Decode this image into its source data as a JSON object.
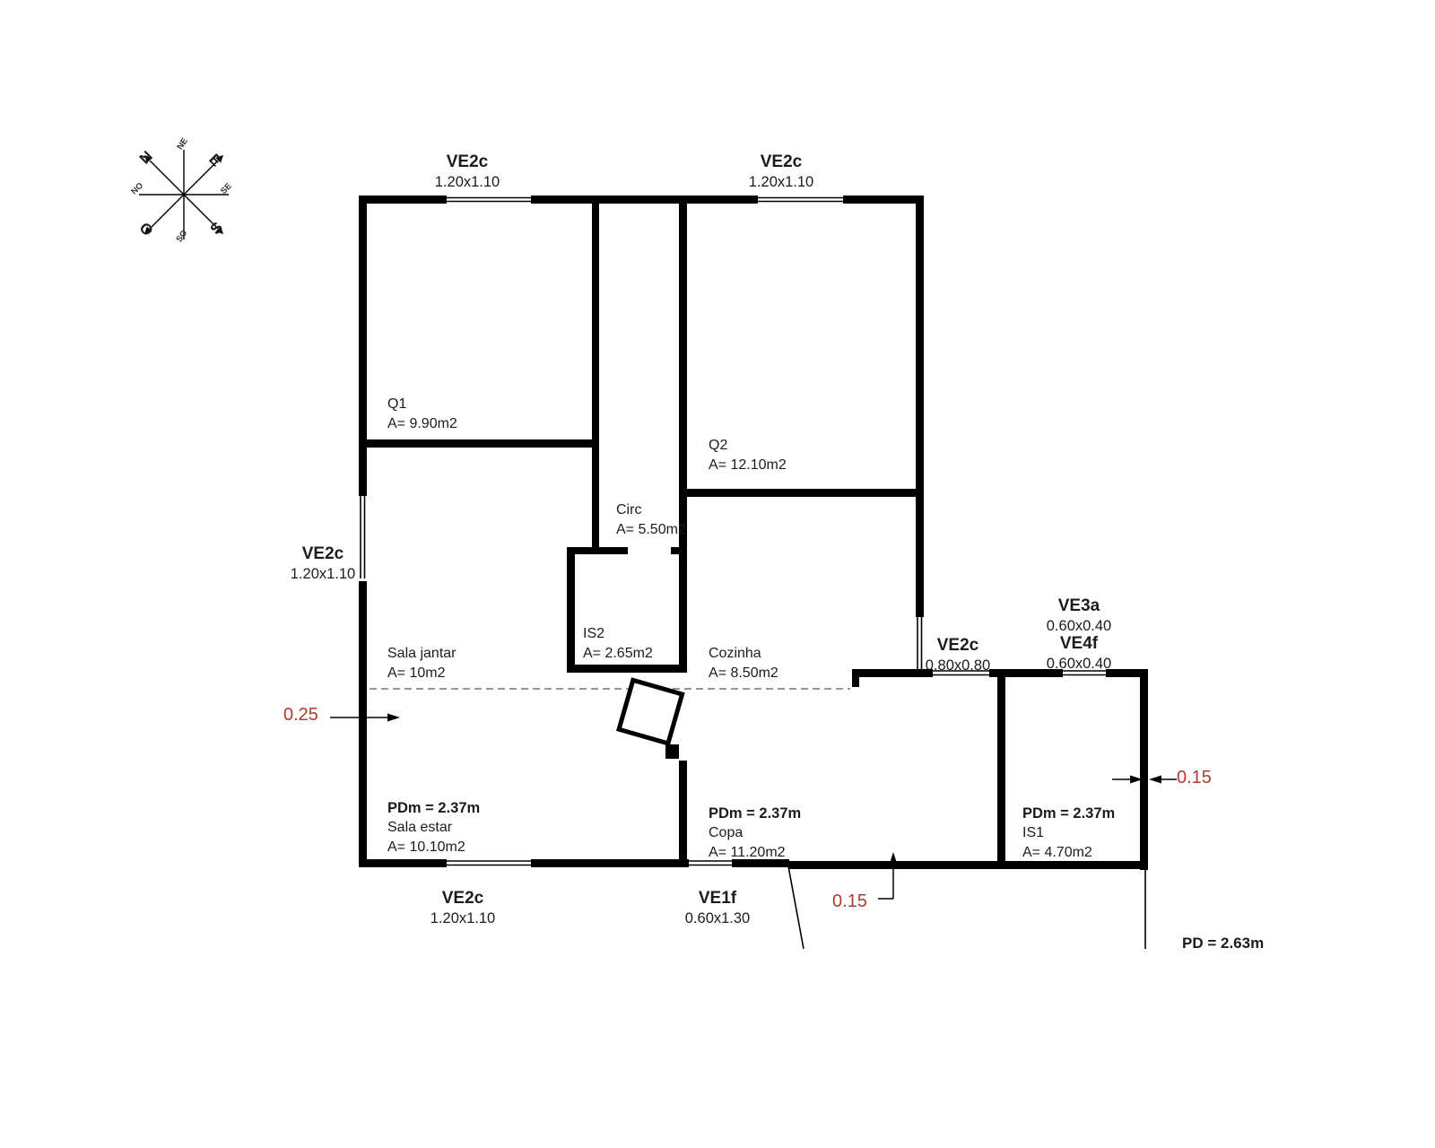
{
  "colors": {
    "wall": "#000000",
    "dimension": "#b03a2e",
    "dashed": "#555555"
  },
  "compass": {
    "n": "N",
    "e": "E",
    "s": "S",
    "o": "O",
    "ne": "NE",
    "se": "SE",
    "so": "SO",
    "no": "NO"
  },
  "windows": [
    {
      "name": "VE2c",
      "size": "1.20x1.10"
    },
    {
      "name": "VE2c",
      "size": "1.20x1.10"
    },
    {
      "name": "VE2c",
      "size": "1.20x1.10"
    },
    {
      "name": "VE2c",
      "size": "0.80x0.80"
    },
    {
      "name": "VE3a",
      "size": "0.60x0.40"
    },
    {
      "name": "VE4f",
      "size": "0.60x0.40"
    },
    {
      "name": "VE2c",
      "size": "1.20x1.10"
    },
    {
      "name": "VE1f",
      "size": "0.60x1.30"
    }
  ],
  "rooms": [
    {
      "name": "Q1",
      "area": "A= 9.90m2"
    },
    {
      "name": "Q2",
      "area": "A= 12.10m2"
    },
    {
      "name": "Circ",
      "area": "A= 5.50m2"
    },
    {
      "name": "IS2",
      "area": "A= 2.65m2"
    },
    {
      "name": "Sala jantar",
      "area": "A= 10m2"
    },
    {
      "name": "Cozinha",
      "area": "A= 8.50m2"
    },
    {
      "name": "Sala estar",
      "area": "A= 10.10m2",
      "pdm": "PDm = 2.37m"
    },
    {
      "name": "Copa",
      "area": "A= 11.20m2",
      "pdm": "PDm = 2.37m"
    },
    {
      "name": "IS1",
      "area": "A= 4.70m2",
      "pdm": "PDm = 2.37m"
    }
  ],
  "dimensions": {
    "left_wall": "0.25",
    "right_wall": "0.15",
    "bottom_wall": "0.15"
  },
  "ceiling": {
    "pd": "PD = 2.63m"
  }
}
